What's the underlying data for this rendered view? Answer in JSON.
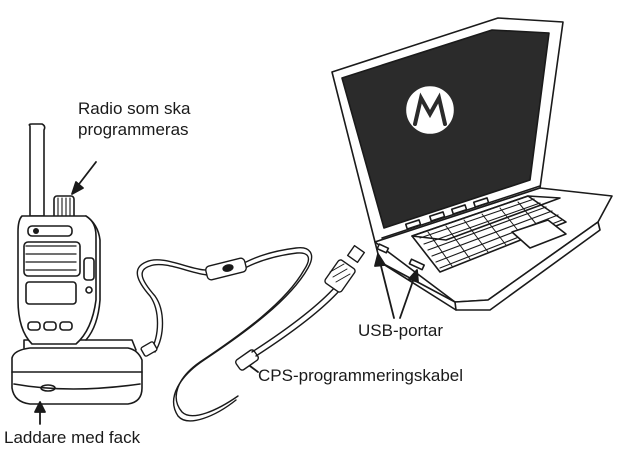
{
  "labels": {
    "radio_line1": "Radio som ska",
    "radio_line2": "programmeras",
    "usb_ports": "USB-portar",
    "cps_cable": "CPS-programmeringskabel",
    "charger": "Laddare med fack"
  },
  "colors": {
    "outline": "#1a1a1a",
    "screen": "#2b2b2b",
    "background": "#ffffff"
  },
  "icons": {
    "screen_logo": "motorola-logo"
  }
}
